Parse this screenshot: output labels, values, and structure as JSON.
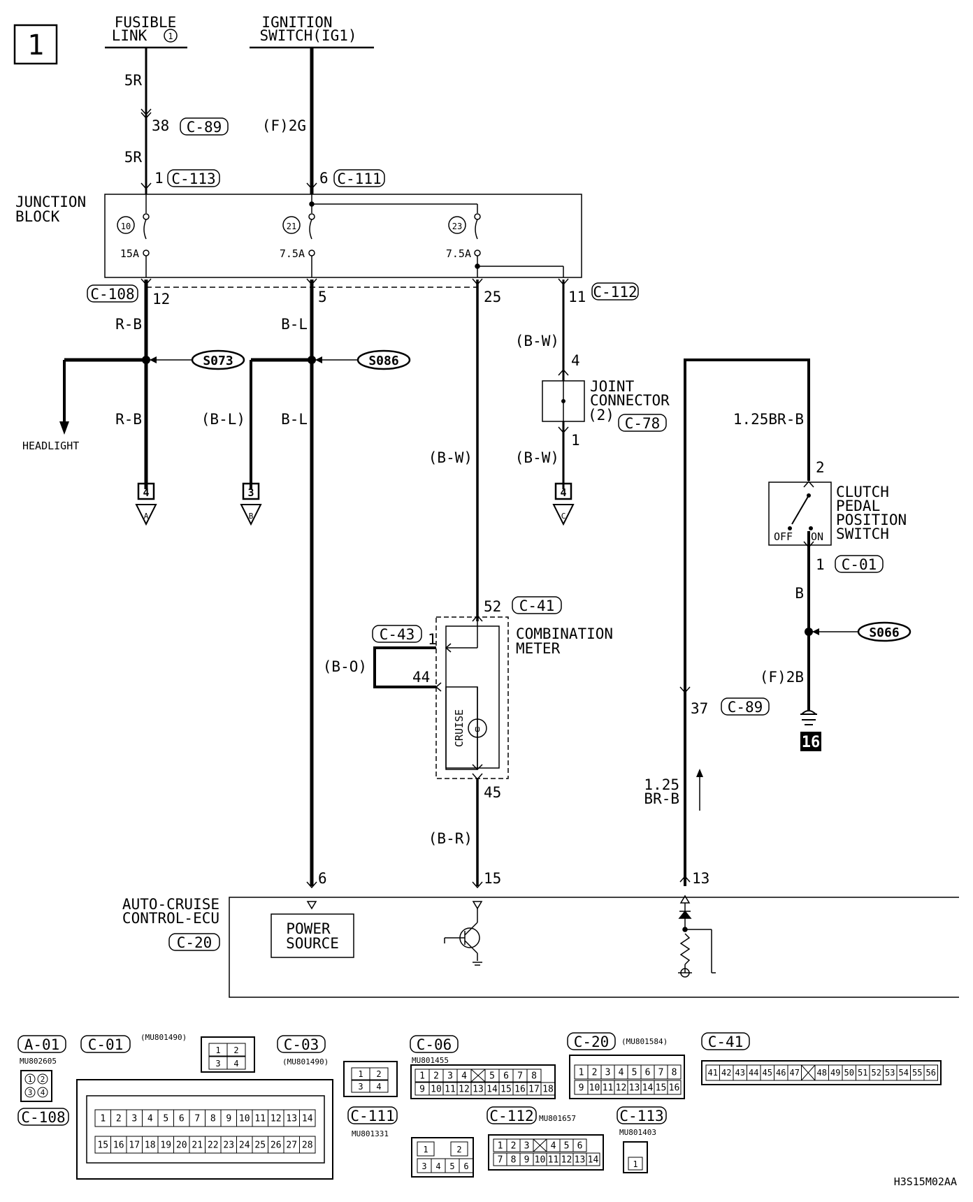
{
  "page_number": "1",
  "diagram_code": "H3S15M02AA",
  "sources": {
    "fusible_link_line1": "FUSIBLE",
    "fusible_link_line2": "LINK",
    "fusible_link_num": "1",
    "ignition_line1": "IGNITION",
    "ignition_line2": "SWITCH(IG1)"
  },
  "junction_block": {
    "title_line1": "JUNCTION",
    "title_line2": "BLOCK",
    "fuses": [
      {
        "num": "10",
        "rating": "15A"
      },
      {
        "num": "21",
        "rating": "7.5A"
      },
      {
        "num": "23",
        "rating": "7.5A"
      }
    ]
  },
  "wires": {
    "w_5r_a": "5R",
    "w_5r_b": "5R",
    "f2g": "(F)2G",
    "rb_a": "R-B",
    "rb_b": "R-B",
    "bl_a": "B-L",
    "bl_b": "B-L",
    "bl_paren": "(B-L)",
    "bw_a": "(B-W)",
    "bw_b": "(B-W)",
    "bw_c": "(B-W)",
    "bo": "(B-O)",
    "br": "(B-R)",
    "brb_top": "1.25BR-B",
    "brb_mid1": "1.25",
    "brb_mid2": "BR-B",
    "b": "B",
    "f2b": "(F)2B"
  },
  "pins": {
    "p38": "38",
    "p1_c113": "1",
    "p6_c111": "6",
    "p12": "12",
    "p5": "5",
    "p25": "25",
    "p11": "11",
    "p4_jc": "4",
    "p1_jc": "1",
    "p52": "52",
    "p1_c43": "1",
    "p44": "44",
    "p45": "45",
    "p15": "15",
    "p6_ecu": "6",
    "p13": "13",
    "p37": "37",
    "p2_sw": "2",
    "p1_sw": "1"
  },
  "connector_tags": {
    "c89a": "C-89",
    "c113": "C-113",
    "c111": "C-111",
    "c108": "C-108",
    "c112": "C-112",
    "c78": "C-78",
    "c41": "C-41",
    "c43": "C-43",
    "c89b": "C-89",
    "c01": "C-01",
    "c20": "C-20"
  },
  "splices": {
    "s073": "S073",
    "s086": "S086",
    "s066": "S066"
  },
  "headlight": "HEADLIGHT",
  "continuations": [
    {
      "box": "4",
      "letter": "A"
    },
    {
      "box": "3",
      "letter": "B"
    },
    {
      "box": "4",
      "letter": "C"
    }
  ],
  "joint_connector": {
    "line1": "JOINT",
    "line2": "CONNECTOR",
    "num": "(2)"
  },
  "combination_meter": {
    "line1": "COMBINATION",
    "line2": "METER",
    "cruise": "CRUISE"
  },
  "clutch_switch": {
    "line1": "CLUTCH",
    "line2": "PEDAL",
    "line3": "POSITION",
    "line4": "SWITCH",
    "off": "OFF",
    "on": "ON"
  },
  "ground": "16",
  "ecu": {
    "line1": "AUTO-CRUISE",
    "line2": "CONTROL-ECU",
    "ps1": "POWER",
    "ps2": "SOURCE"
  },
  "connector_views": {
    "a01": {
      "tag": "A-01",
      "part": "MU802605",
      "pins": [
        "1",
        "2",
        "3",
        "4"
      ],
      "alt_tag": "C-108"
    },
    "c01": {
      "tag": "C-01",
      "part": "(MU801490)",
      "row1": [
        "1",
        "2",
        "3",
        "4",
        "5",
        "6",
        "7",
        "8",
        "9",
        "10",
        "11",
        "12",
        "13",
        "14"
      ],
      "row2": [
        "15",
        "16",
        "17",
        "18",
        "19",
        "20",
        "21",
        "22",
        "23",
        "24",
        "25",
        "26",
        "27",
        "28"
      ],
      "pins": [
        "1",
        "2",
        "3",
        "4"
      ]
    },
    "c03": {
      "tag": "C-03",
      "part": "(MU801490)",
      "pins": [
        "1",
        "2",
        "3",
        "4"
      ]
    },
    "c111": {
      "tag": "C-111",
      "part": "MU801331",
      "pins": [
        "1",
        "2",
        "3",
        "4",
        "5",
        "6"
      ]
    },
    "c06": {
      "tag": "C-06",
      "part": "MU801455",
      "row1": [
        "1",
        "2",
        "3",
        "4",
        "",
        "5",
        "6",
        "7",
        "8"
      ],
      "row2": [
        "9",
        "10",
        "11",
        "12",
        "13",
        "14",
        "15",
        "16",
        "17",
        "18"
      ]
    },
    "c112": {
      "tag": "C-112",
      "part": "MU801657",
      "row1": [
        "1",
        "2",
        "3",
        "",
        "4",
        "5",
        "6"
      ],
      "row2": [
        "7",
        "8",
        "9",
        "10",
        "11",
        "12",
        "13",
        "14"
      ]
    },
    "c20": {
      "tag": "C-20",
      "part": "(MU801584)",
      "row1": [
        "1",
        "2",
        "3",
        "4",
        "5",
        "6",
        "7",
        "8"
      ],
      "row2": [
        "9",
        "10",
        "11",
        "12",
        "13",
        "14",
        "15",
        "16"
      ]
    },
    "c113": {
      "tag": "C-113",
      "part": "MU801403",
      "pins": [
        "1"
      ]
    },
    "c41": {
      "tag": "C-41",
      "pins": [
        "41",
        "42",
        "43",
        "44",
        "45",
        "46",
        "47",
        "",
        "48",
        "49",
        "50",
        "51",
        "52",
        "53",
        "54",
        "55",
        "56"
      ]
    }
  }
}
